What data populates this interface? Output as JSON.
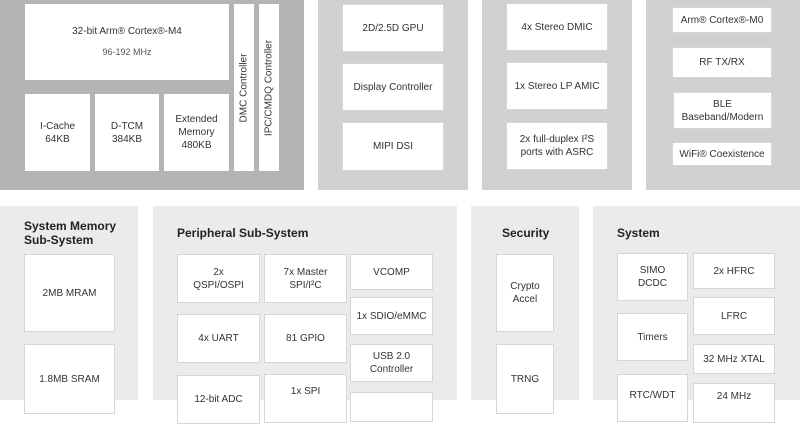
{
  "mcu": {
    "cpu_title": "32-bit Arm® Cortex®-M4",
    "cpu_freq": "96-192 MHz",
    "icache": "I-Cache\n64KB",
    "dtcm": "D-TCM\n384KB",
    "ext_mem": "Extended\nMemory\n480KB",
    "dmc": "DMC Controller",
    "ipc": "IPC/CMDQ Controller"
  },
  "graphics": {
    "items": [
      "2D/2.5D GPU",
      "Display Controller",
      "MIPI DSI"
    ]
  },
  "audio": {
    "items": [
      "4x Stereo DMIC",
      "1x Stereo LP AMIC",
      "2x full-duplex I²S\nports with ASRC"
    ]
  },
  "radio": {
    "items": [
      "Arm® Cortex®-M0",
      "RF TX/RX",
      "BLE\nBaseband/Modern",
      "WiFi® Coexistence"
    ]
  },
  "memory": {
    "title": "System Memory\nSub-System",
    "items": [
      "2MB MRAM",
      "1.8MB SRAM"
    ]
  },
  "peripheral": {
    "title": "Peripheral Sub-System",
    "items": [
      "2x\nQSPI/OSPI",
      "7x Master\nSPI/I²C",
      "VCOMP",
      "4x UART",
      "81 GPIO",
      "1x SDIO/eMMC",
      "USB 2.0\nController",
      "12-bit ADC",
      "1x SPI",
      ""
    ]
  },
  "security": {
    "title": "Security",
    "items": [
      "Crypto\nAccel",
      "TRNG"
    ]
  },
  "system": {
    "title": "System",
    "items": [
      "SIMO\nDCDC",
      "2x HFRC",
      "LFRC",
      "Timers",
      "32 MHz XTAL",
      "RTC/WDT",
      "24 MHz"
    ]
  }
}
